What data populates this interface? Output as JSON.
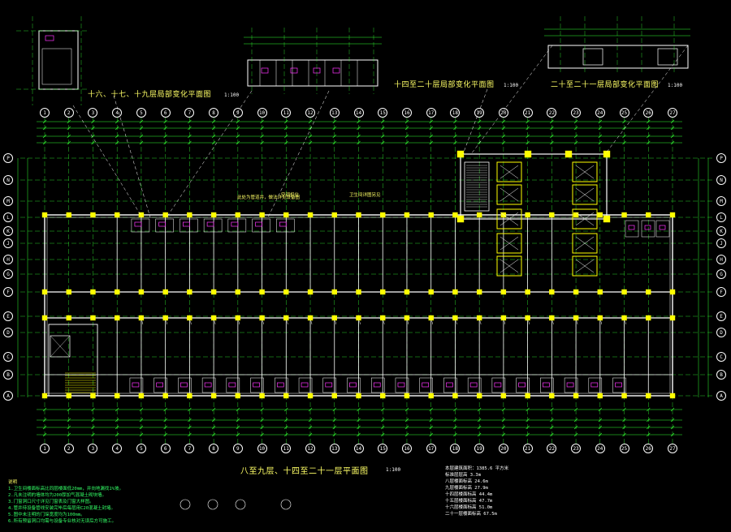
{
  "drawing": {
    "main_title": "八至九层、十四至二十一层平面图",
    "main_scale": "1:100",
    "detail1_title": "十六、十七、十九层局部变化平面图",
    "detail1_scale": "1:100",
    "detail2_title": "十四至二十层局部变化平面图",
    "detail2_scale": "1:100",
    "detail3_title": "二十至二十一层局部变化平面图",
    "detail3_scale": "1:100"
  },
  "grid_columns": [
    "1",
    "2",
    "3",
    "4",
    "5",
    "6",
    "7",
    "8",
    "9",
    "10",
    "11",
    "12",
    "13",
    "14",
    "15",
    "16",
    "17",
    "18",
    "19",
    "20",
    "21",
    "22",
    "23",
    "24",
    "25",
    "26",
    "27"
  ],
  "grid_rows": [
    "A",
    "B",
    "C",
    "D",
    "E",
    "F",
    "G",
    "H",
    "J",
    "K",
    "L",
    "M",
    "N",
    "P"
  ],
  "notes_left": {
    "heading": "说明",
    "lines": [
      "1.卫生间楼面标高比同层楼面低20mm，并向地漏找1%坡。",
      "2.凡未注明的墙体均为200厚加气混凝土砌块墙。",
      "3.门窗洞口尺寸详见门窗表及门窗大样图。",
      "4.管井待设备管线安装完毕后每层用C20混凝土封堵。",
      "5.图中未注明的门垛宽度均为100mm。",
      "6.所有预留洞口均需与设备专业核对无误后方可施工。"
    ]
  },
  "notes_right": {
    "lines": [
      "本层建筑面积：1385.6 平方米",
      "标准层层高 3.3m",
      "八层楼面标高 24.6m",
      "九层楼面标高 27.9m",
      "十四层楼面标高 44.4m",
      "十五层楼面标高 47.7m",
      "十六层楼面标高 51.0m",
      "二十一层楼面标高 67.5m"
    ]
  },
  "annotations": [
    "此处为管道井，做法详见设备图",
    "空调机位",
    "卫生间详图另见"
  ],
  "colors": {
    "grid": "#33ff33",
    "wall": "#ffffff",
    "column": "#ffff00",
    "dim": "#00ffff",
    "fixture": "#ff33ff",
    "text": "#ffff66"
  }
}
